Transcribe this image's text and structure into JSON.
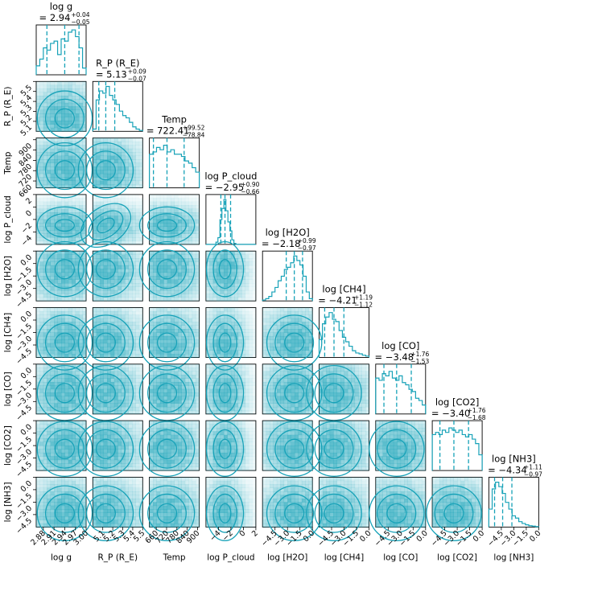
{
  "chart_data": {
    "type": "corner",
    "colors": {
      "line": "#17a2b8",
      "fill": "#17a2b8",
      "axes": "#000000",
      "background": "#ffffff"
    },
    "parameters": [
      {
        "id": "logg",
        "label": "log g",
        "range": [
          2.86,
          3.0
        ],
        "ticks": [
          2.88,
          2.91,
          2.94,
          2.97,
          3.0
        ],
        "tick_labels": [
          "2.88",
          "2.91",
          "2.94",
          "2.97",
          "3.00"
        ],
        "title_name": "log g",
        "title_value": "= 2.94",
        "title_plus": "+0.04",
        "title_minus": "−0.05",
        "median": 2.94,
        "plus": 0.04,
        "minus": 0.05,
        "hist": [
          0.2,
          0.35,
          0.6,
          0.55,
          0.7,
          0.75,
          0.45,
          0.8,
          0.75,
          0.95,
          1.0,
          0.85,
          0.6,
          0.15
        ]
      },
      {
        "id": "rp",
        "label": "R_P (R_E)",
        "range": [
          5.0,
          5.5
        ],
        "ticks": [
          5.1,
          5.2,
          5.3,
          5.4,
          5.5
        ],
        "tick_labels": [
          "5.1",
          "5.2",
          "5.3",
          "5.4",
          "5.5"
        ],
        "title_name": "R_P (R_E)",
        "title_value": "= 5.13",
        "title_plus": "+0.09",
        "title_minus": "−0.07",
        "median": 5.13,
        "plus": 0.09,
        "minus": 0.07,
        "hist": [
          0.05,
          0.7,
          0.9,
          0.85,
          1.0,
          0.8,
          0.7,
          0.6,
          0.45,
          0.35,
          0.3,
          0.2,
          0.1,
          0.05,
          0.02
        ]
      },
      {
        "id": "temp",
        "label": "Temp",
        "range": [
          620,
          910
        ],
        "ticks": [
          660,
          720,
          780,
          840,
          900
        ],
        "tick_labels": [
          "660",
          "720",
          "780",
          "840",
          "900"
        ],
        "title_name": "Temp",
        "title_value": "= 722.41",
        "title_plus": "+99.52",
        "title_minus": "−78.84",
        "median": 722.41,
        "plus": 99.52,
        "minus": 78.84,
        "hist": [
          0.75,
          0.8,
          0.9,
          0.85,
          0.95,
          0.8,
          0.85,
          0.75,
          0.75,
          0.7,
          0.6,
          0.55,
          0.45,
          0.35
        ]
      },
      {
        "id": "pcloud",
        "label": "log P_cloud",
        "range": [
          -6,
          2
        ],
        "ticks": [
          -4,
          -2,
          0,
          2
        ],
        "tick_labels": [
          "−4",
          "−2",
          "0",
          "2"
        ],
        "title_name": "log P_cloud",
        "title_value": "= −2.95",
        "title_plus": "+0.90",
        "title_minus": "−0.66",
        "median": -2.95,
        "plus": 0.9,
        "minus": 0.66,
        "hist": [
          0,
          0,
          0,
          0,
          0,
          0.05,
          0.15,
          0.55,
          0.8,
          1.0,
          0.75,
          0.5,
          0.3,
          0.1,
          0.02,
          0,
          0,
          0,
          0,
          0,
          0,
          0,
          0,
          0,
          0
        ]
      },
      {
        "id": "h2o",
        "label": "log [H2O]",
        "range": [
          -6,
          0
        ],
        "ticks": [
          -4.5,
          -3.0,
          -1.5,
          0.0
        ],
        "tick_labels": [
          "−4.5",
          "−3.0",
          "−1.5",
          "0.0"
        ],
        "title_name": "log [H2O]",
        "title_value": "= −2.18",
        "title_plus": "+0.99",
        "title_minus": "−0.97",
        "median": -2.18,
        "plus": 0.99,
        "minus": 0.97,
        "hist": [
          0.02,
          0.05,
          0.1,
          0.2,
          0.3,
          0.45,
          0.55,
          0.7,
          0.75,
          0.85,
          1.0,
          0.9,
          0.8,
          0.55,
          0.2,
          0.05
        ]
      },
      {
        "id": "ch4",
        "label": "log [CH4]",
        "range": [
          -6,
          0
        ],
        "ticks": [
          -4.5,
          -3.0,
          -1.5,
          0.0
        ],
        "tick_labels": [
          "−4.5",
          "−3.0",
          "−1.5",
          "0.0"
        ],
        "title_name": "log [CH4]",
        "title_value": "= −4.21",
        "title_plus": "+1.19",
        "title_minus": "−1.12",
        "median": -4.21,
        "plus": 1.19,
        "minus": 1.12,
        "hist": [
          0.4,
          0.75,
          0.9,
          1.0,
          0.85,
          0.8,
          0.6,
          0.45,
          0.35,
          0.25,
          0.15,
          0.1,
          0.08,
          0.05,
          0.03
        ]
      },
      {
        "id": "co",
        "label": "log [CO]",
        "range": [
          -6,
          0
        ],
        "ticks": [
          -4.5,
          -3.0,
          -1.5,
          0.0
        ],
        "tick_labels": [
          "−4.5",
          "−3.0",
          "−1.5",
          "0.0"
        ],
        "title_name": "log [CO]",
        "title_value": "= −3.48",
        "title_plus": "+1.76",
        "title_minus": "−1.53",
        "median": -3.48,
        "plus": 1.76,
        "minus": 1.53,
        "hist": [
          0.8,
          0.75,
          0.9,
          0.85,
          0.95,
          0.8,
          0.75,
          0.85,
          0.7,
          0.65,
          0.55,
          0.5,
          0.35,
          0.3,
          0.2
        ]
      },
      {
        "id": "co2",
        "label": "log [CO2]",
        "range": [
          -6,
          0
        ],
        "ticks": [
          -4.5,
          -3.0,
          -1.5,
          0.0
        ],
        "tick_labels": [
          "−4.5",
          "−3.0",
          "−1.5",
          "0.0"
        ],
        "title_name": "log [CO2]",
        "title_value": "= −3.40",
        "title_plus": "+1.76",
        "title_minus": "−1.68",
        "median": -3.4,
        "plus": 1.76,
        "minus": 1.68,
        "hist": [
          0.8,
          0.85,
          0.8,
          0.9,
          0.85,
          0.95,
          0.9,
          0.85,
          0.9,
          0.8,
          0.75,
          0.8,
          0.7,
          0.6,
          0.35
        ]
      },
      {
        "id": "nh3",
        "label": "log [NH3]",
        "range": [
          -6,
          0
        ],
        "ticks": [
          -4.5,
          -3.0,
          -1.5,
          0.0
        ],
        "tick_labels": [
          "−4.5",
          "−3.0",
          "−1.5",
          "0.0"
        ],
        "title_name": "log [NH3]",
        "title_value": "= −4.34",
        "title_plus": "+1.11",
        "title_minus": "−0.97",
        "median": -4.34,
        "plus": 1.11,
        "minus": 0.97,
        "hist": [
          0.4,
          0.85,
          1.0,
          0.9,
          0.75,
          0.55,
          0.4,
          0.25,
          0.2,
          0.12,
          0.08,
          0.05,
          0.03,
          0.02,
          0.01
        ]
      }
    ],
    "contour_levels": 3,
    "quantile_lines": "16th, 50th, 84th percentiles (dashed)"
  }
}
